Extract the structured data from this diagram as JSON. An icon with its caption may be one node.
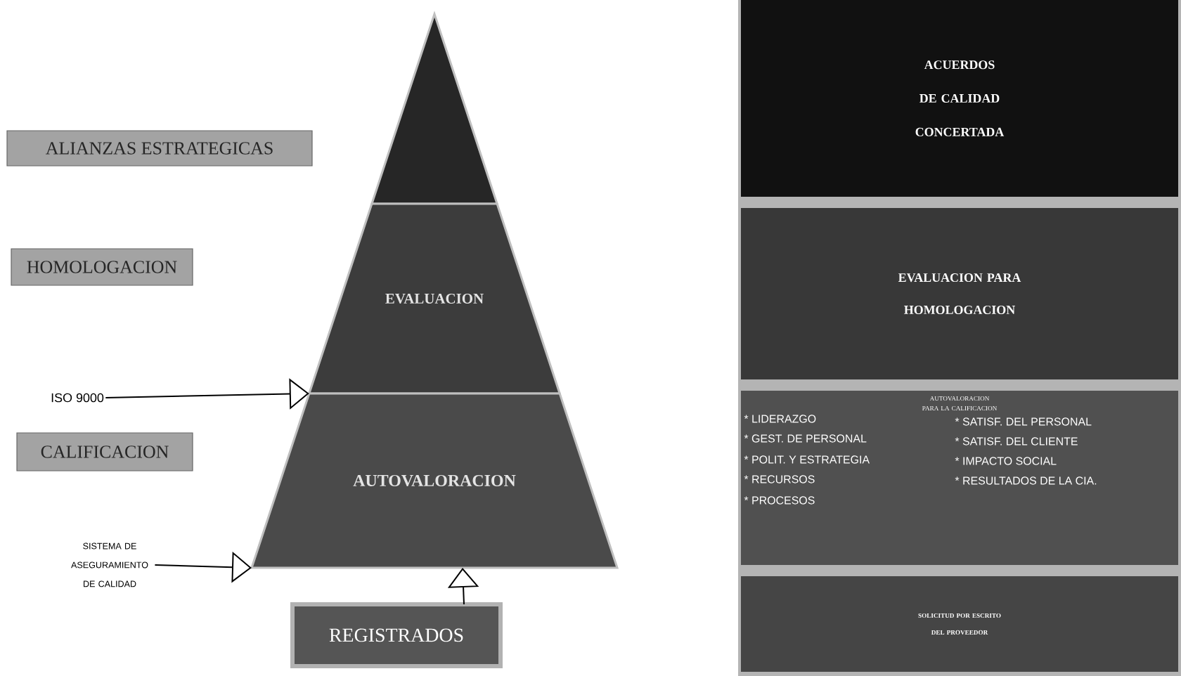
{
  "diagram": {
    "nodes": [
      {
        "text": [
          "ALIANZAS ESTRATEGICAS"
        ]
      },
      {
        "text": [],
        "shape": "triangle"
      },
      {
        "text": [
          "HOMOLOGACION"
        ]
      },
      {
        "text": [
          "EVALUACION"
        ]
      },
      {
        "text": [
          "ISO 9000"
        ]
      },
      {
        "text": [
          "CALIFICACION"
        ]
      },
      {
        "text": [
          "AUTOVALORACION"
        ]
      },
      {
        "text": [
          "SISTEMA DE ASEGURAMIENTO DE CALIDAD"
        ]
      },
      {
        "text": [
          "REGISTRADOS"
        ]
      },
      {
        "text": [
          "ACUERDOS DE CALIDAD CONCERTADA"
        ]
      },
      {
        "text": [
          "EVALUACION PARA HOMOLOGACION"
        ]
      },
      {
        "text": [
          "AUTOVALORACION PARA LA CALIFICACION",
          "* LIDERAZGO",
          "* GEST. DE PERSONAL",
          "* POLIT. Y ESTRATEGIA",
          "* RECURSOS",
          "* PROCESOS",
          "* SATISF. DEL PERSONAL",
          "* SATISF. DEL CLIENTE",
          "* IMPACTO SOCIAL",
          "* RESULTADOS DE LA CIA."
        ]
      },
      {
        "text": [
          "SOLICITUD POR ESCRITO DEL PROVEEDOR"
        ]
      }
    ],
    "edges": [
      {
        "from": 4,
        "to": 6,
        "arrow": "to"
      },
      {
        "from": 7,
        "to": 6,
        "arrow": "to"
      },
      {
        "from": 8,
        "to": 6,
        "arrow": "to"
      }
    ]
  }
}
